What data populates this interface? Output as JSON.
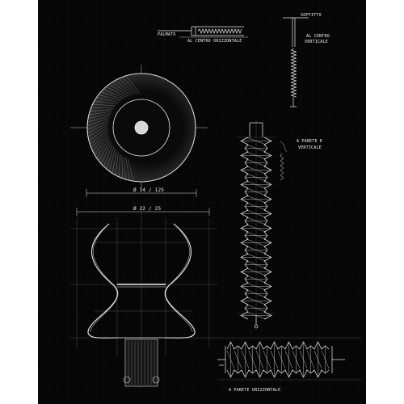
{
  "sheet": {
    "background_color": "#060606",
    "ink_color": "#f2f2f2",
    "page_background": "#ffffff"
  },
  "annotations": {
    "top_left_label": "PALMATO",
    "top_left_sublabel": "AL CENTRO ORIZZONTALE",
    "top_right_label": "SOFFITTO",
    "top_right_sublabel_1": "AL CENTRO",
    "top_right_sublabel_2": "VERTICALE",
    "right_mid_label_1": "A PARETE E",
    "right_mid_label_2": "VERTICALE",
    "bottom_label": "A PARETE ORIZZONTALE"
  },
  "dimensions": {
    "upper": "Ø 14 / 125",
    "lower": "Ø 22 / 25"
  }
}
